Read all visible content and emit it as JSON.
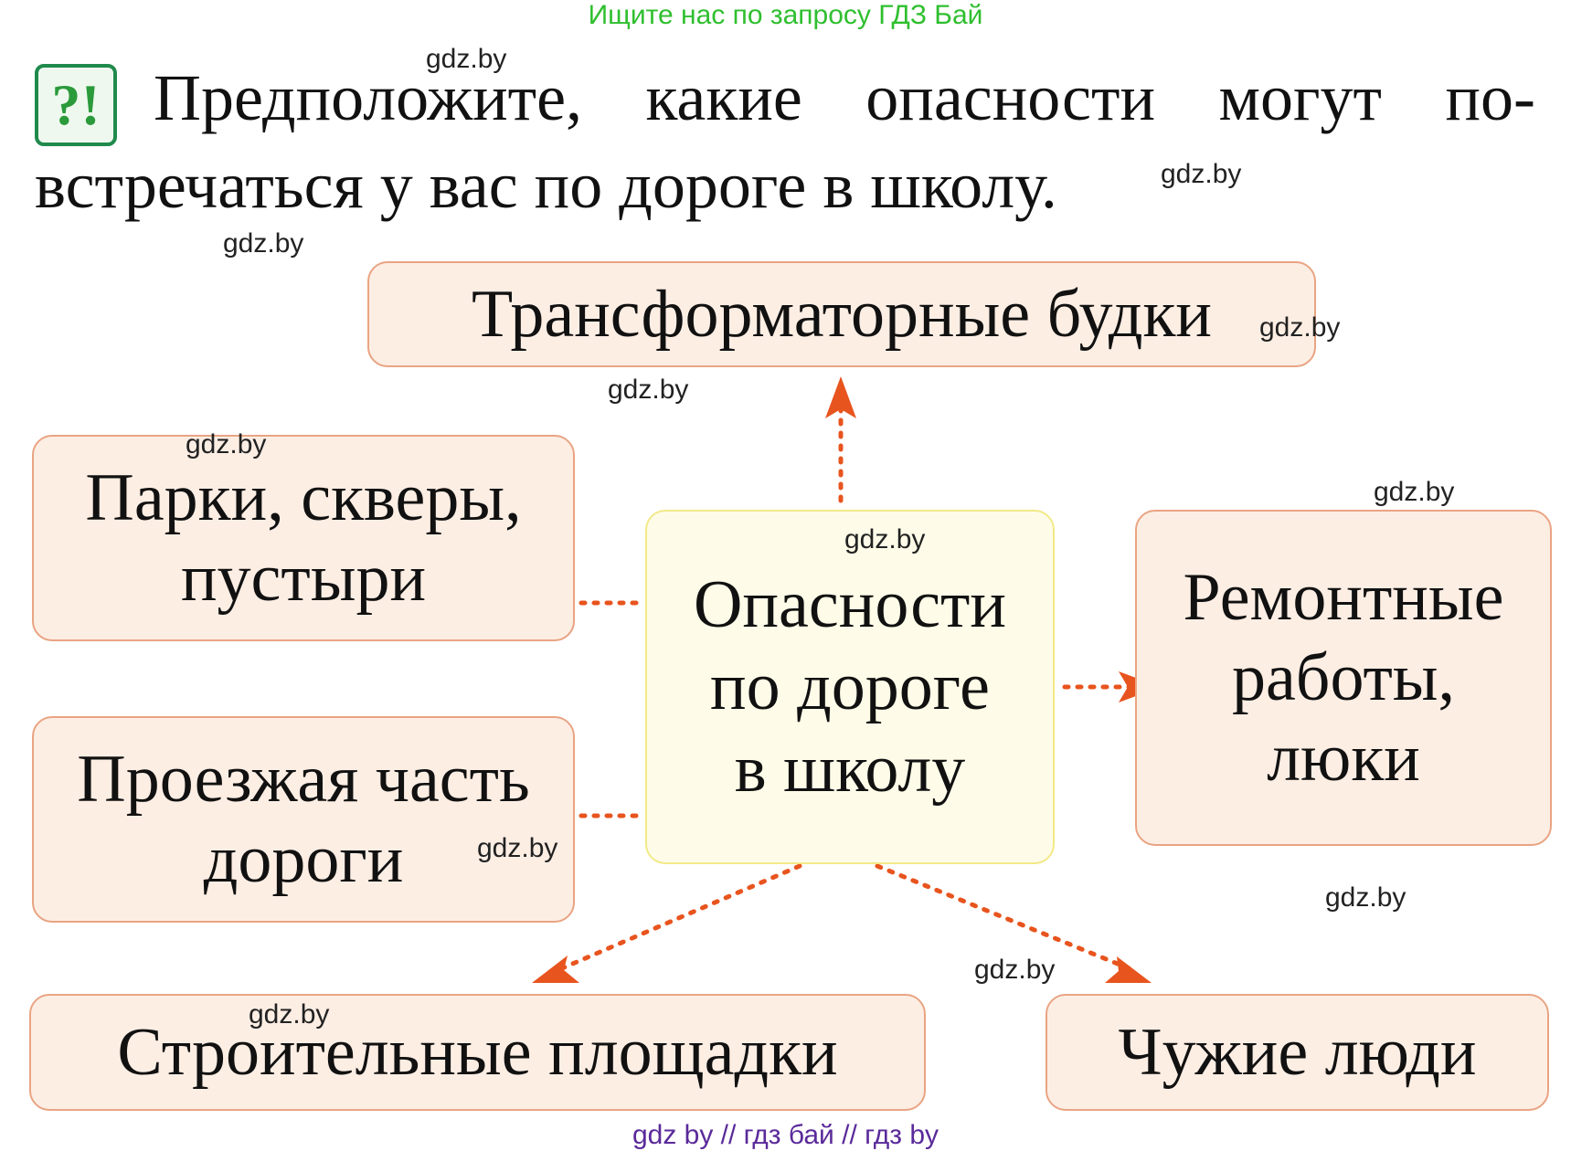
{
  "header_note": "Ищите нас по запросу ГДЗ Бай",
  "task": {
    "badge": "?!",
    "line1": "Предположите, какие опасности могут по-",
    "line2": "встречаться у вас по дороге в школу."
  },
  "diagram": {
    "center": [
      "Опасности",
      "по дороге",
      "в школу"
    ],
    "top": [
      "Трансформаторные будки"
    ],
    "left_upper": [
      "Парки, скверы,",
      "пустыри"
    ],
    "left_lower": [
      "Проезжая часть",
      "дороги"
    ],
    "right": [
      "Ремонтные",
      "работы,",
      "люки"
    ],
    "bottom_left": [
      "Строительные площадки"
    ],
    "bottom_right": [
      "Чужие люди"
    ]
  },
  "watermark": "gdz.by",
  "footer": "gdz by  //  гдз бай  //  гдз by",
  "colors": {
    "box_fill": "#fdeee4",
    "box_border": "#e9a483",
    "center_fill": "#fefce8",
    "center_border": "#f2e987",
    "arrow": "#e8541e",
    "badge": "#1f8a4c"
  }
}
